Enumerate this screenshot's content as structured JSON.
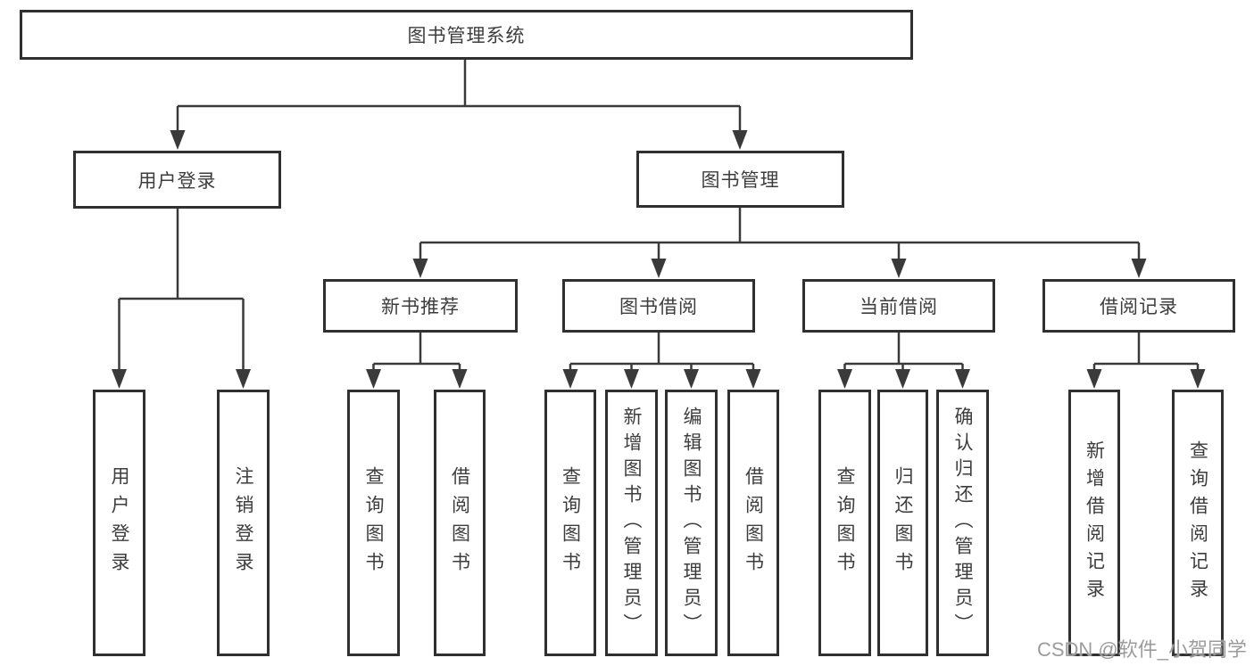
{
  "colors": {
    "background": "#ffffff",
    "line": "#3a3a3a",
    "box_border": "#303030",
    "text": "#3d3d3d",
    "watermark": "#9c9c9c"
  },
  "tree": {
    "root": {
      "label": "图书管理系统"
    },
    "user_login": {
      "label": "用户登录",
      "children": [
        {
          "label": "用户登录"
        },
        {
          "label": "注销登录"
        }
      ]
    },
    "book_mgmt": {
      "label": "图书管理",
      "sections": [
        {
          "label": "新书推荐",
          "children": [
            {
              "label": "查询图书"
            },
            {
              "label": "借阅图书"
            }
          ]
        },
        {
          "label": "图书借阅",
          "children": [
            {
              "label": "查询图书"
            },
            {
              "label": "新增图书（管理员）"
            },
            {
              "label": "编辑图书（管理员）"
            },
            {
              "label": "借阅图书"
            }
          ]
        },
        {
          "label": "当前借阅",
          "children": [
            {
              "label": "查询图书"
            },
            {
              "label": "归还图书"
            },
            {
              "label": "确认归还（管理员）"
            }
          ]
        },
        {
          "label": "借阅记录",
          "children": [
            {
              "label": "新增借阅记录"
            },
            {
              "label": "查询借阅记录"
            }
          ]
        }
      ]
    }
  },
  "watermark": {
    "text": "CSDN @软件_小贺同学"
  }
}
